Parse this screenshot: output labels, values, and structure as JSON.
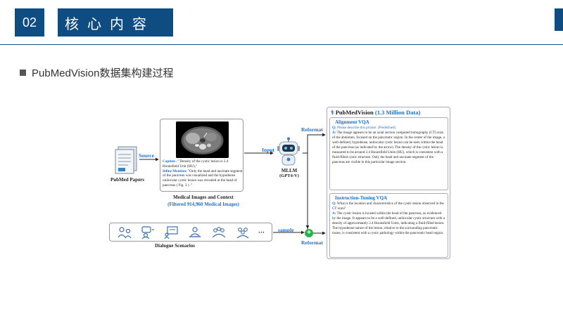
{
  "header": {
    "number": "02",
    "title": "核心内容"
  },
  "section": {
    "title": "PubMedVision数据集构建过程"
  },
  "figure": {
    "pubmed_papers": "PubMed Papers",
    "source": "Source",
    "caption_label": "Caption :",
    "caption_text": "\"Density of the cystic lesion is 2.4 Hounsfield Unit (HU).\"",
    "inline_label": "Inline Mention:",
    "inline_text": "\"Only the head and uncinate segment of the pancreas was visualized and the hypodense unilocular cystic lesion was revealed at the head of pancreas ( Fig. 3 ) .\"",
    "medical_label": "Medical Images and Context",
    "medical_sub": "(Filtered 914,960 Medical Images)",
    "input": "Input",
    "mllm": "MLLM",
    "mllm_sub": "(GPT4-V)",
    "reformat_top": "Reformat",
    "reformat_bottom": "Reformat",
    "sample": "sample",
    "dialogue_label": "Dialogue Scenarios",
    "more": "···",
    "plus": "+",
    "vqa_title": "PubMedVision",
    "vqa_count": "(1.3 Million Data)",
    "alignment": {
      "title": "Alignment VQA",
      "q_label": "Q:",
      "q_text": "Please describe this picture. (Predefined)",
      "a_label": "A:",
      "a_text": "The image appears to be an axial section computed tomography (CT) scan of the abdomen, focused on the pancreatic region. In the center of the image, a well-defined, hypodense, unilocular cystic lesion can be seen within the head of the pancreas (as indicated by the arrow). The density of the cystic lesion is measured to be around 2.4 Hounsfield Units (HU), which is consistent with a fluid-filled cystic structure. Only the head and uncinate segment of the pancreas are visible in this particular image section."
    },
    "instruction": {
      "title": "Instruction-Tuning VQA",
      "q_label": "Q:",
      "q_text": "What is the location and characteristics of the cystic lesion observed in the CT scan?",
      "a_label": "A:",
      "a_text": "The cystic lesion is located within the head of the pancreas, as evidenced by the image. It appears to be a well-defined, unilocular cystic structure with a density of approximately 2.4 Hounsfield Units, indicating a fluid-filled lesion. The hypodense nature of the lesion, relative to the surrounding pancreatic tissue, is consistent with a cystic pathology within the pancreatic head region."
    }
  },
  "colors": {
    "brand": "#0f4c81",
    "accent_blue": "#1a6fd0",
    "plus_green": "#27b24a"
  }
}
